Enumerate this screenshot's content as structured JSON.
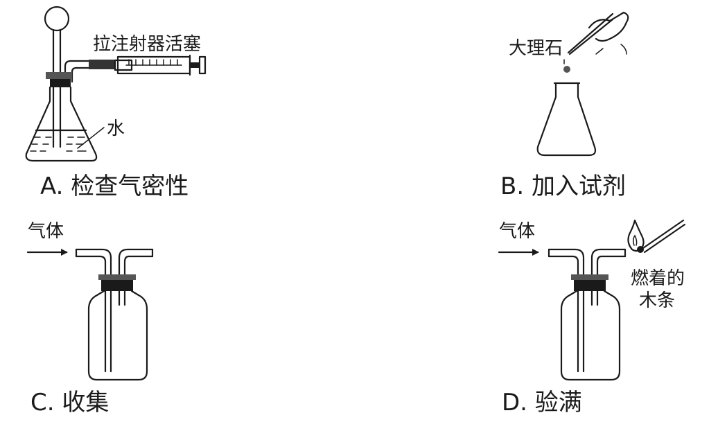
{
  "panels": {
    "a": {
      "caption": "A. 检查气密性",
      "syringe_label": "拉注射器活塞",
      "water_label": "水"
    },
    "b": {
      "caption": "B. 加入试剂",
      "reagent_label": "大理石"
    },
    "c": {
      "caption": "C. 收集",
      "gas_label": "气体"
    },
    "d": {
      "caption": "D. 验满",
      "gas_label": "气体",
      "stick_label_line1": "燃着的",
      "stick_label_line2": "木条"
    }
  }
}
